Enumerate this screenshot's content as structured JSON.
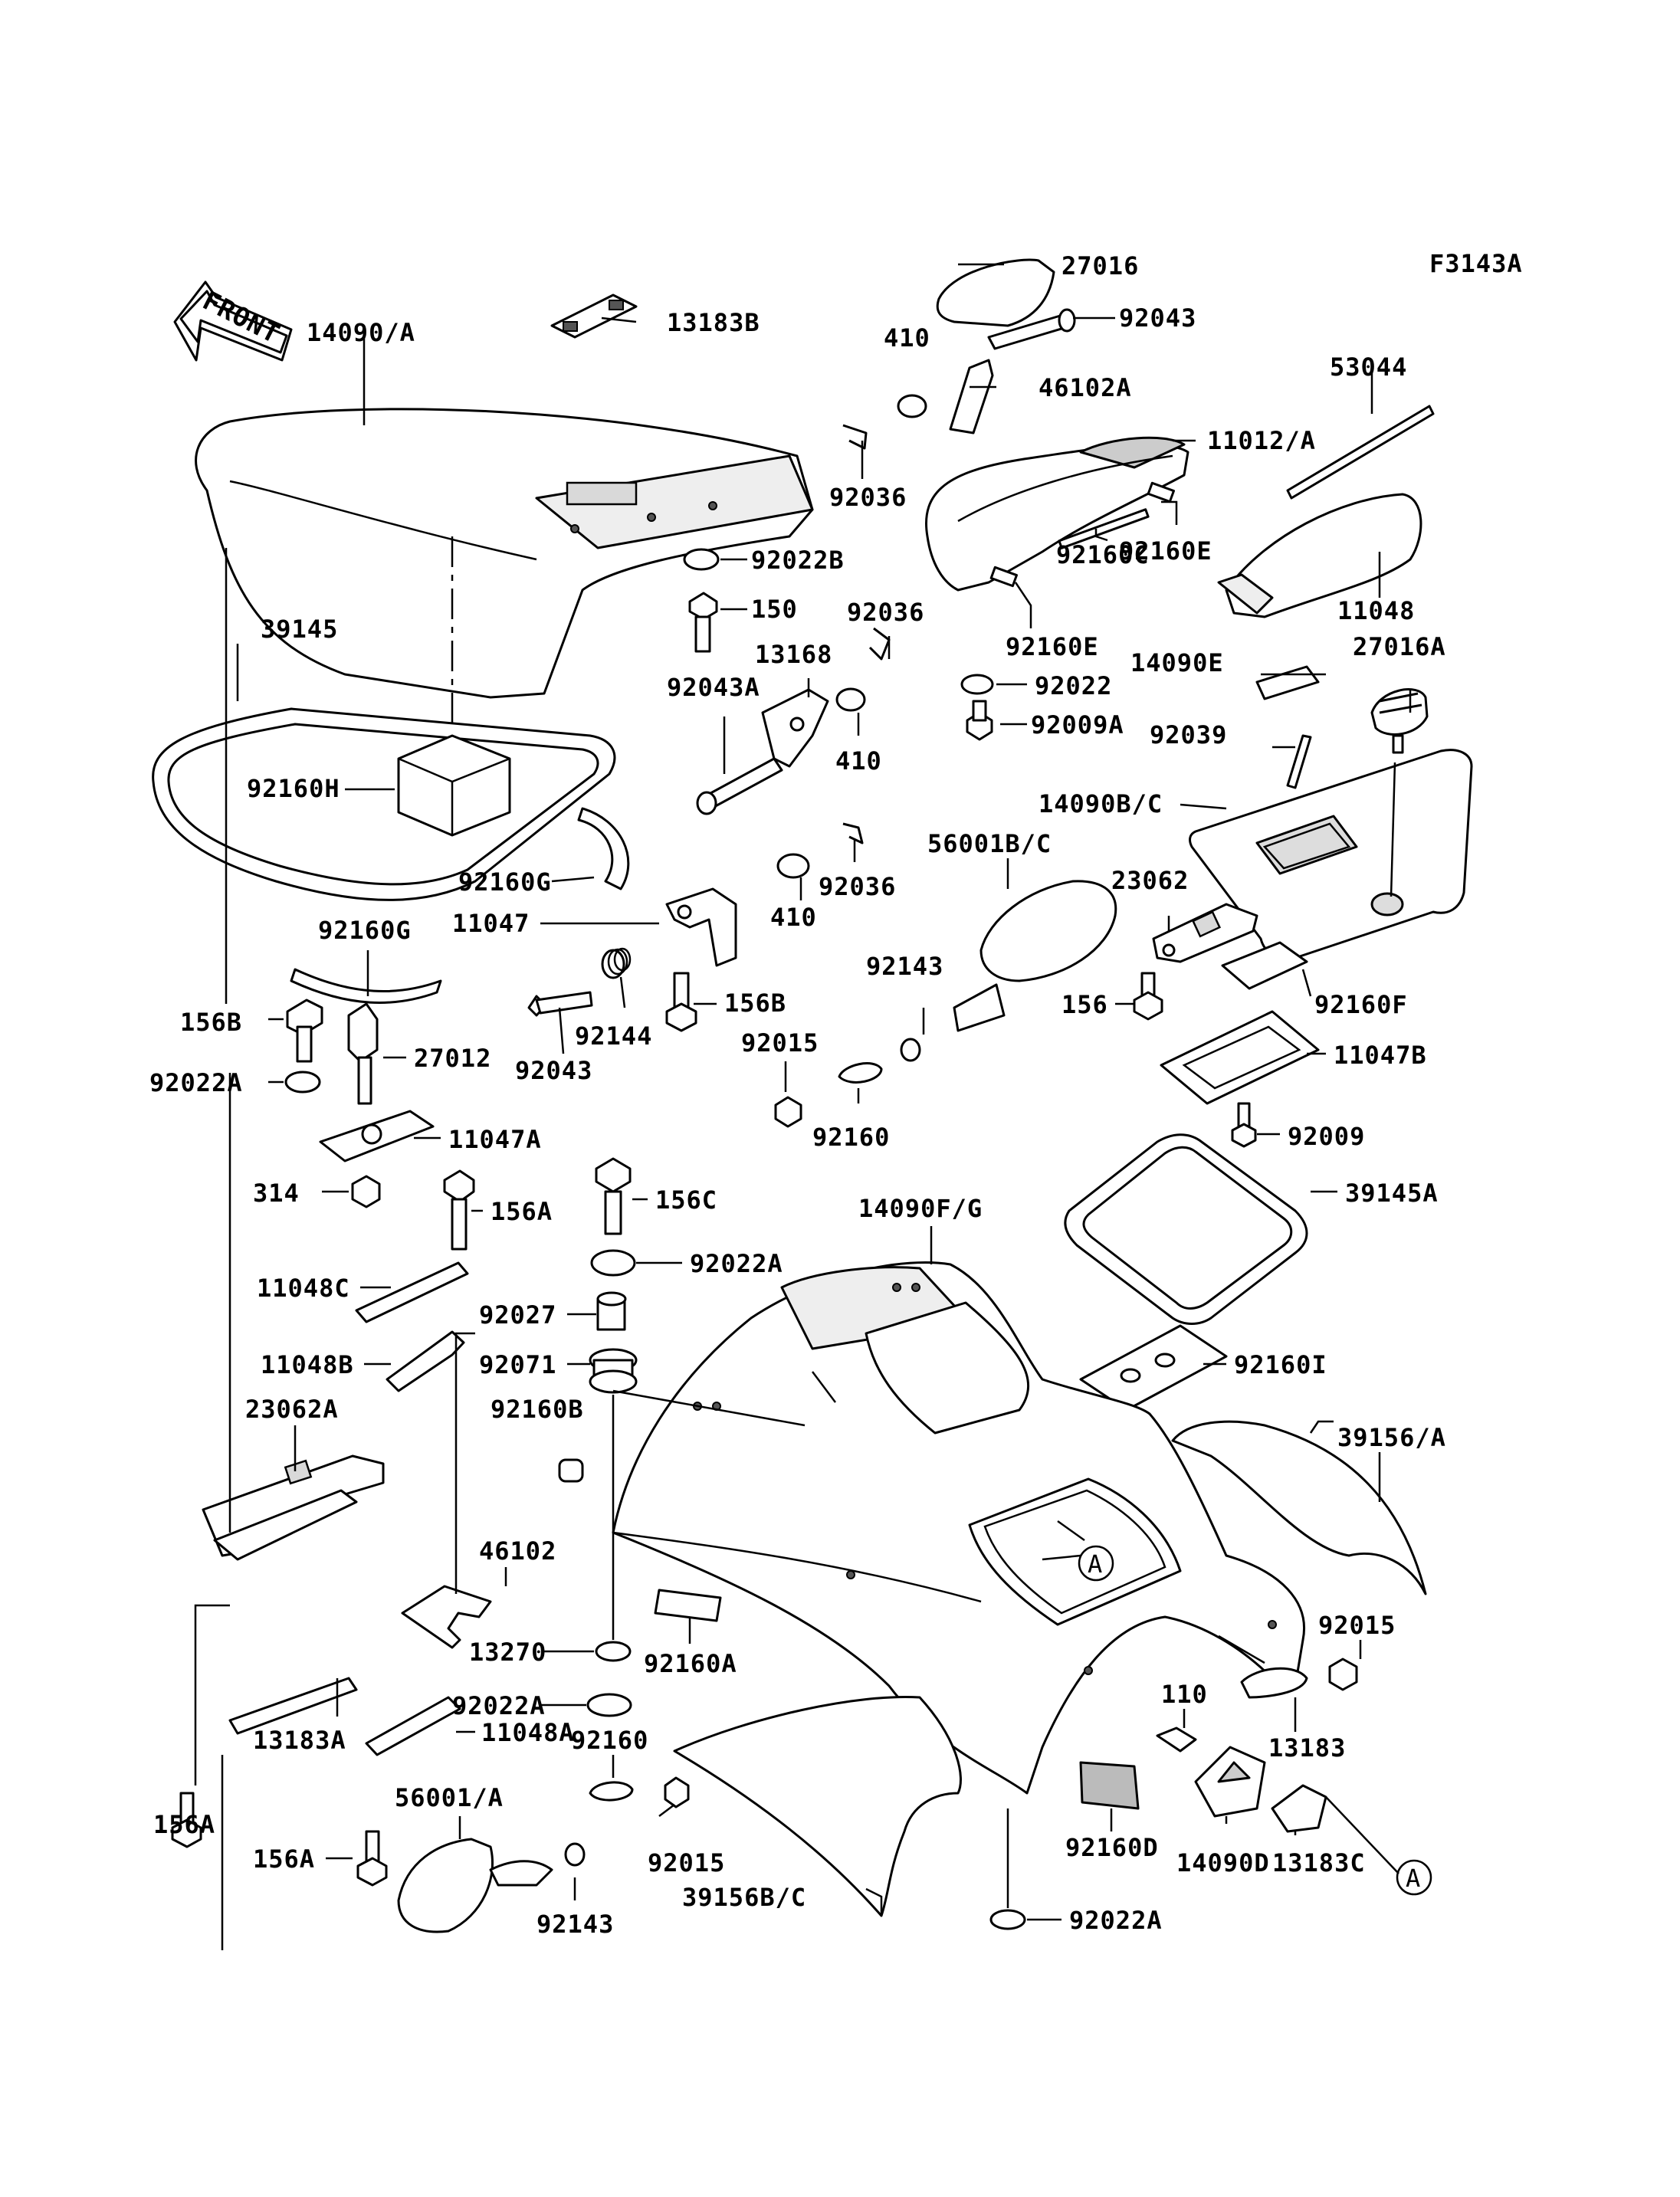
{
  "diagram_code": "F3143A",
  "front_label": "FRONT",
  "reference_mark": "A",
  "labels": {
    "p14090A": "14090/A",
    "p13183B": "13183B",
    "p27016": "27016",
    "p92043_top": "92043",
    "p410_top": "410",
    "p46102A": "46102A",
    "p53044": "53044",
    "p11012A": "11012/A",
    "p92036_a": "92036",
    "p92160E_a": "92160E",
    "p92022B": "92022B",
    "p92160C": "92160C",
    "p11048": "11048",
    "p150": "150",
    "p92036_b": "92036",
    "p39145": "39145",
    "p13168": "13168",
    "p92160E_b": "92160E",
    "p92043A": "92043A",
    "p92022_a": "92022",
    "p14090E": "14090E",
    "p27016A": "27016A",
    "p92009A": "92009A",
    "p410_mid": "410",
    "p92039": "92039",
    "p92160H": "92160H",
    "p14090BC": "14090B/C",
    "p92036_c": "92036",
    "p56001BC": "56001B/C",
    "p92160G_a": "92160G",
    "p410_low": "410",
    "p23062": "23062",
    "p11047": "11047",
    "p92160G_b": "92160G",
    "p92143_a": "92143",
    "p156_a": "156",
    "p92160F": "92160F",
    "p156B_a": "156B",
    "p156B_b": "156B",
    "p92144": "92144",
    "p92015_a": "92015",
    "p11047B": "11047B",
    "p27012": "27012",
    "p92022A_a": "92022A",
    "p92043_low": "92043",
    "p92009": "92009",
    "p11047A": "11047A",
    "p92160_a": "92160",
    "p39145A": "39145A",
    "p314": "314",
    "p156A_a": "156A",
    "p156C": "156C",
    "p14090FG": "14090F/G",
    "p92022A_b": "92022A",
    "p11048C": "11048C",
    "p92027": "92027",
    "p11048B": "11048B",
    "p92071": "92071",
    "p92160I": "92160I",
    "p23062A": "23062A",
    "p92160B": "92160B",
    "p39156A": "39156/A",
    "p46102": "46102",
    "p13270": "13270",
    "p92160A": "92160A",
    "p92015_b": "92015",
    "p110": "110",
    "p13183": "13183",
    "p92022A_c": "92022A",
    "p13183A": "13183A",
    "p11048A": "11048A",
    "p92160_b": "92160",
    "p56001A": "56001/A",
    "p156A_b": "156A",
    "p156A_c": "156A",
    "p92015_c": "92015",
    "p92160D": "92160D",
    "p14090D": "14090D",
    "p13183C": "13183C",
    "p39156BC": "39156B/C",
    "p92143_b": "92143",
    "p92022A_d": "92022A"
  }
}
